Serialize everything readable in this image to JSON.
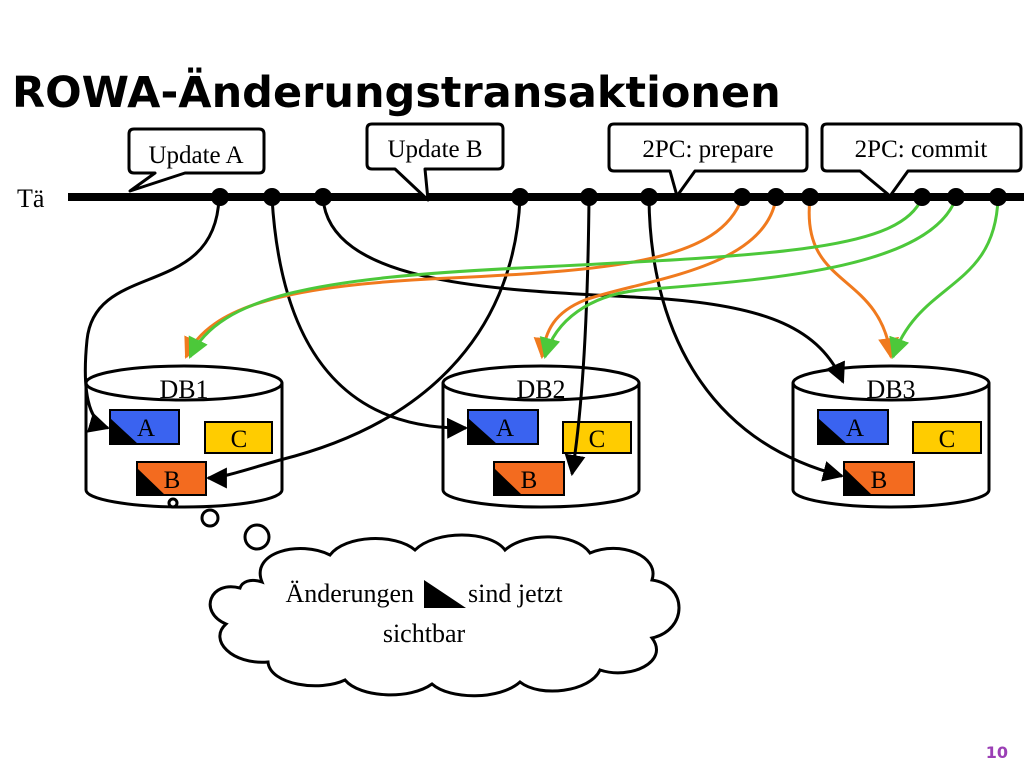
{
  "slide": {
    "title": "ROWA-Änderungstransaktionen",
    "page_number": "10"
  },
  "timeline": {
    "label": "Tä"
  },
  "callouts": {
    "update_a": "Update A",
    "update_b": "Update B",
    "prepare": "2PC: prepare",
    "commit": "2PC: commit"
  },
  "databases": [
    {
      "name": "DB1",
      "items": [
        "A",
        "C",
        "B"
      ]
    },
    {
      "name": "DB2",
      "items": [
        "A",
        "C",
        "B"
      ]
    },
    {
      "name": "DB3",
      "items": [
        "A",
        "C",
        "B"
      ]
    }
  ],
  "thought": {
    "line1_before": "Änderungen",
    "line1_after": "sind jetzt",
    "line2": "sichtbar"
  },
  "colors": {
    "item_a": "#3a63f0",
    "item_b": "#f36b1f",
    "item_c": "#ffcc00",
    "prepare_arrows": "#f07a1e",
    "commit_arrows": "#4cc83a",
    "page_number": "#9b3fb5"
  }
}
